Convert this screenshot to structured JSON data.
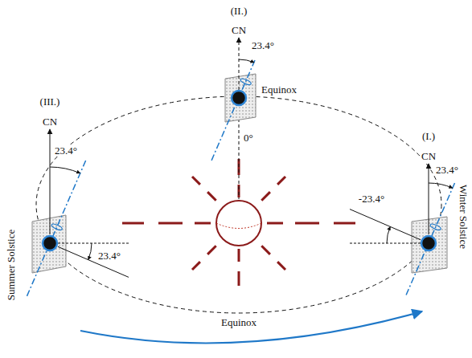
{
  "diagram": {
    "labels": [
      "(II.)",
      "CN",
      "23.4°",
      "Equinox",
      "0°",
      "(III.)",
      "CN",
      "23.4°",
      "(I.)",
      "CN",
      "23.4°",
      "Summer Solstice",
      "23.4°",
      "-23.4°",
      "Winter Solstice",
      "Equinox"
    ]
  }
}
